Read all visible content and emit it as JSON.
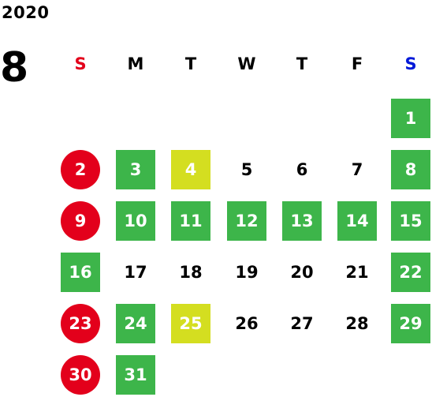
{
  "year": "2020",
  "month": "8",
  "colors": {
    "sunday": "#e3001b",
    "saturday": "#0019d9",
    "weekday": "#000000",
    "green": "#3db54a",
    "yellow": "#d4de20",
    "red": "#e3001b"
  },
  "weekdays": [
    "S",
    "M",
    "T",
    "W",
    "T",
    "F",
    "S"
  ],
  "days": [
    {
      "label": "1",
      "col": 6,
      "row": 0,
      "style": "green"
    },
    {
      "label": "2",
      "col": 0,
      "row": 1,
      "style": "red"
    },
    {
      "label": "3",
      "col": 1,
      "row": 1,
      "style": "green"
    },
    {
      "label": "4",
      "col": 2,
      "row": 1,
      "style": "yellow"
    },
    {
      "label": "5",
      "col": 3,
      "row": 1,
      "style": "plain"
    },
    {
      "label": "6",
      "col": 4,
      "row": 1,
      "style": "plain"
    },
    {
      "label": "7",
      "col": 5,
      "row": 1,
      "style": "plain"
    },
    {
      "label": "8",
      "col": 6,
      "row": 1,
      "style": "green"
    },
    {
      "label": "9",
      "col": 0,
      "row": 2,
      "style": "red"
    },
    {
      "label": "10",
      "col": 1,
      "row": 2,
      "style": "green"
    },
    {
      "label": "11",
      "col": 2,
      "row": 2,
      "style": "green"
    },
    {
      "label": "12",
      "col": 3,
      "row": 2,
      "style": "green"
    },
    {
      "label": "13",
      "col": 4,
      "row": 2,
      "style": "green"
    },
    {
      "label": "14",
      "col": 5,
      "row": 2,
      "style": "green"
    },
    {
      "label": "15",
      "col": 6,
      "row": 2,
      "style": "green"
    },
    {
      "label": "16",
      "col": 0,
      "row": 3,
      "style": "green"
    },
    {
      "label": "17",
      "col": 1,
      "row": 3,
      "style": "plain"
    },
    {
      "label": "18",
      "col": 2,
      "row": 3,
      "style": "plain"
    },
    {
      "label": "19",
      "col": 3,
      "row": 3,
      "style": "plain"
    },
    {
      "label": "20",
      "col": 4,
      "row": 3,
      "style": "plain"
    },
    {
      "label": "21",
      "col": 5,
      "row": 3,
      "style": "plain"
    },
    {
      "label": "22",
      "col": 6,
      "row": 3,
      "style": "green"
    },
    {
      "label": "23",
      "col": 0,
      "row": 4,
      "style": "red"
    },
    {
      "label": "24",
      "col": 1,
      "row": 4,
      "style": "green"
    },
    {
      "label": "25",
      "col": 2,
      "row": 4,
      "style": "yellow"
    },
    {
      "label": "26",
      "col": 3,
      "row": 4,
      "style": "plain"
    },
    {
      "label": "27",
      "col": 4,
      "row": 4,
      "style": "plain"
    },
    {
      "label": "28",
      "col": 5,
      "row": 4,
      "style": "plain"
    },
    {
      "label": "29",
      "col": 6,
      "row": 4,
      "style": "green"
    },
    {
      "label": "30",
      "col": 0,
      "row": 5,
      "style": "red"
    },
    {
      "label": "31",
      "col": 1,
      "row": 5,
      "style": "green"
    }
  ]
}
